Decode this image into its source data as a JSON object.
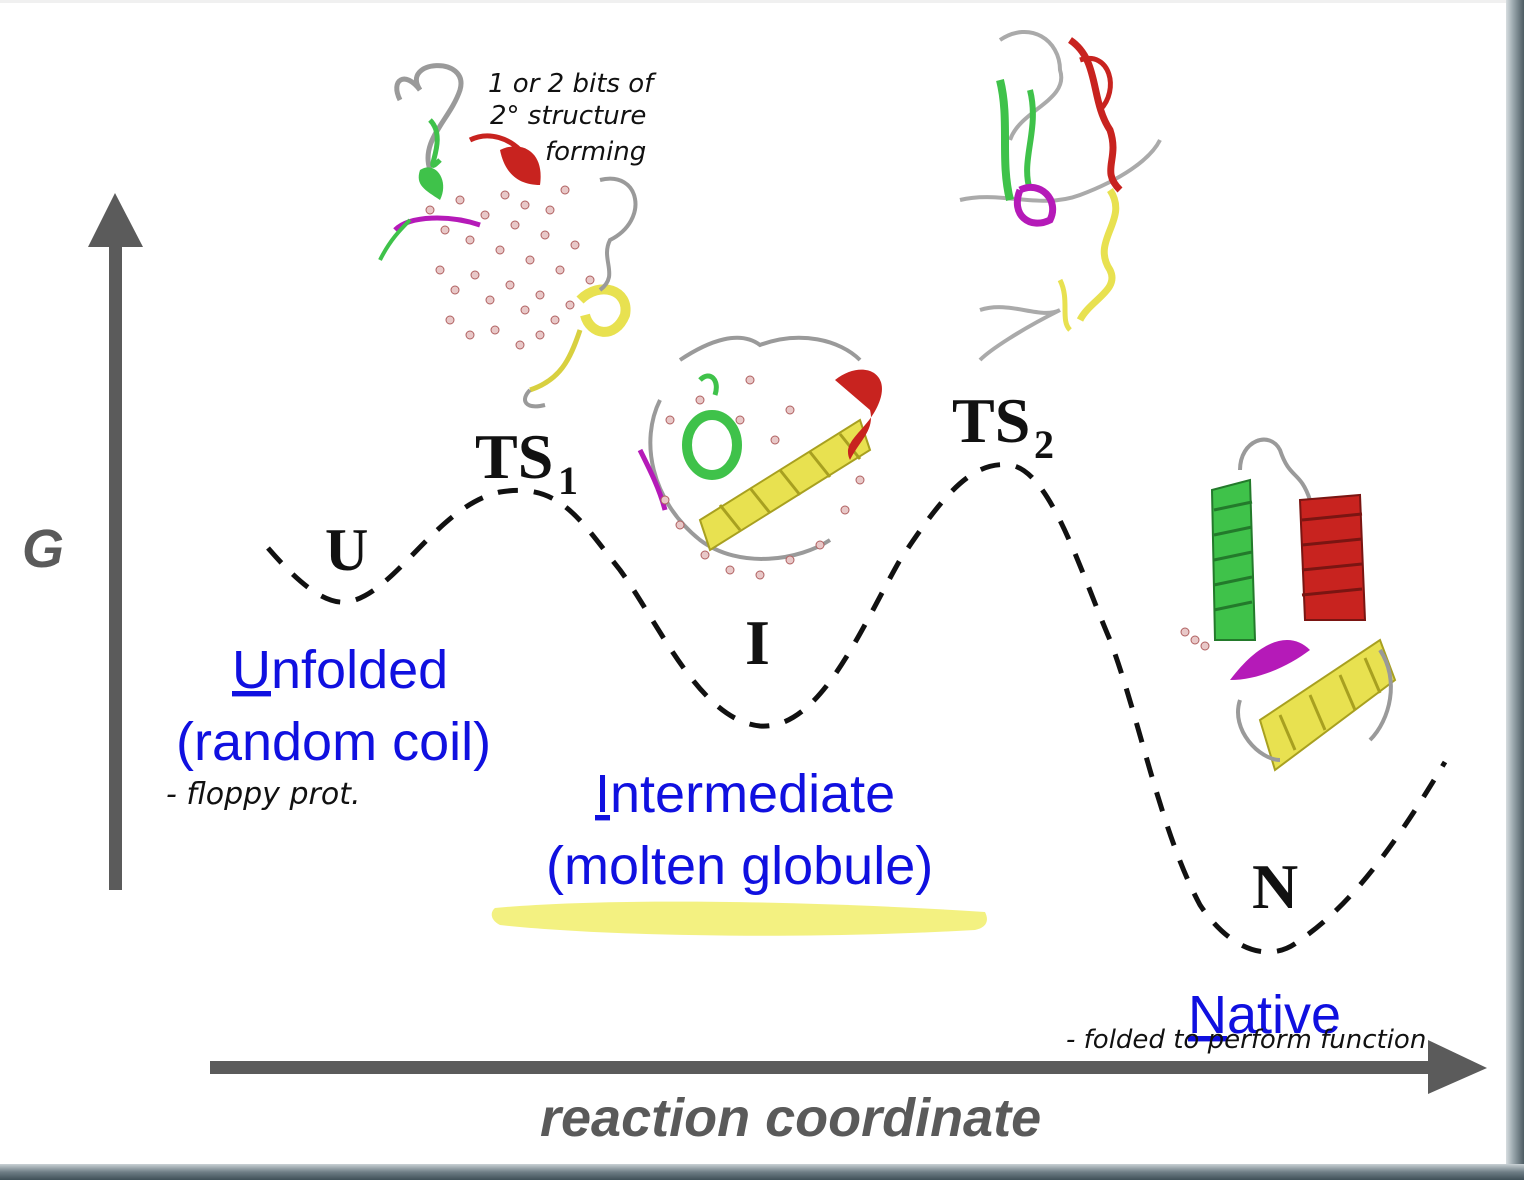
{
  "axes": {
    "y_label": "G",
    "x_label": "reaction coordinate"
  },
  "states": {
    "u": {
      "label": "U",
      "name_initial": "U",
      "name_rest": "nfolded",
      "description": "(random coil)"
    },
    "ts1": {
      "label": "TS",
      "subscript": "1"
    },
    "i": {
      "label": "I",
      "name_initial": "I",
      "name_rest": "ntermediate",
      "description": "(molten globule)"
    },
    "ts2": {
      "label": "TS",
      "subscript": "2"
    },
    "n": {
      "label": "N",
      "name_initial": "N",
      "name_rest": "ative"
    }
  },
  "annotations": {
    "ts1_note_line1": "1 or 2 bits of",
    "ts1_note_line2": "2° structure",
    "ts1_note_line3": "forming",
    "unfolded_note": "- floppy prot.",
    "native_note": "- folded to perform function"
  },
  "colors": {
    "axis": "#5b5b5b",
    "label_blue": "#1010e0",
    "highlight": "#f2f07a",
    "helix_green": "#3fc24a",
    "helix_red": "#c8231f",
    "helix_yellow": "#e8e150",
    "loop_magenta": "#b51ab8"
  }
}
